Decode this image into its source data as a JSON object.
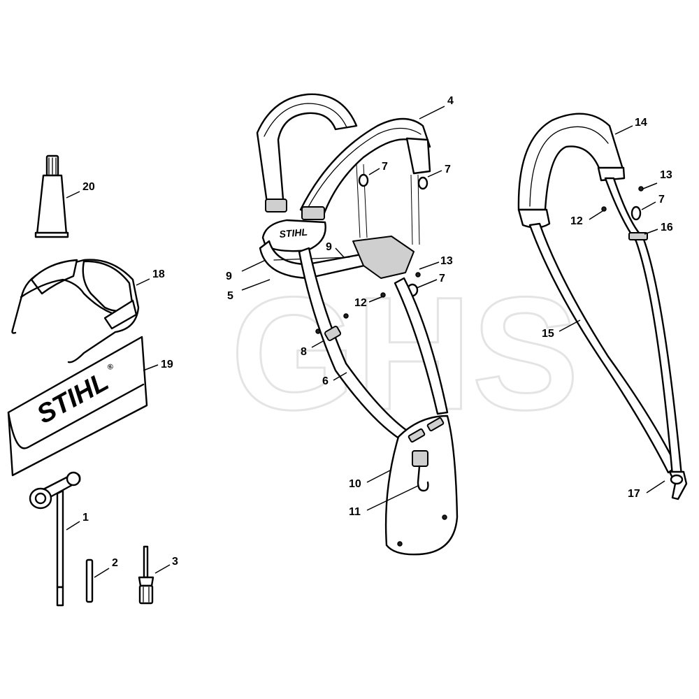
{
  "brand": {
    "label": "STIHL",
    "registered_mark": "®"
  },
  "watermark": {
    "text": "GHS"
  },
  "callouts": {
    "c1": "1",
    "c2": "2",
    "c3": "3",
    "c4": "4",
    "c5": "5",
    "c6": "6",
    "c7a": "7",
    "c7b": "7",
    "c7c": "7",
    "c7d": "7",
    "c8": "8",
    "c9a": "9",
    "c9b": "9",
    "c10": "10",
    "c11": "11",
    "c12a": "12",
    "c12b": "12",
    "c13a": "13",
    "c13b": "13",
    "c14": "14",
    "c15": "15",
    "c16": "16",
    "c17": "17",
    "c18": "18",
    "c19": "19",
    "c20": "20"
  }
}
